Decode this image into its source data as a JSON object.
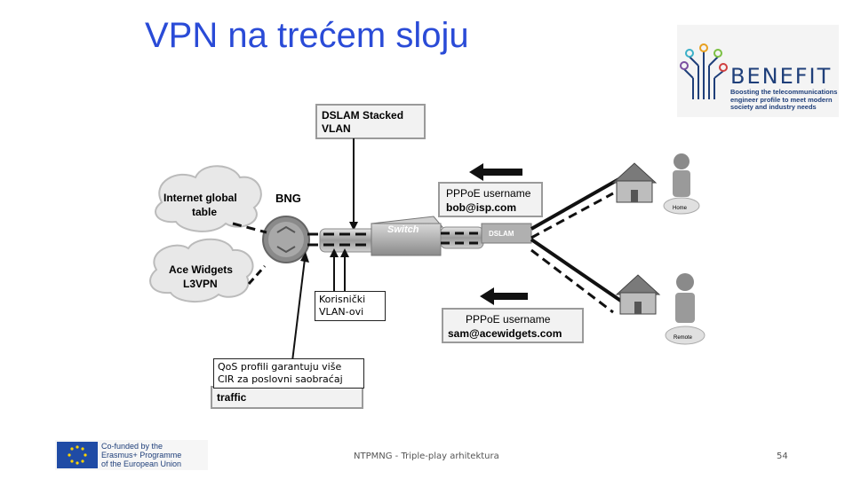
{
  "slide": {
    "title": "VPN na trećem sloju",
    "footer_text": "NTPMNG - Triple-play arhitektura",
    "page_number": "54"
  },
  "logo": {
    "name": "BENEFIT",
    "tagline": "Boosting the telecommunications engineer profile to meet modern society and industry needs"
  },
  "eu_logo": {
    "text_line1": "Co-funded by the",
    "text_line2": "Erasmus+ Programme",
    "text_line3": "of the European Union"
  },
  "diagram": {
    "dslam_box": {
      "line1": "DSLAM Stacked",
      "line2": "VLAN"
    },
    "internet_cloud": {
      "line1": "Internet global",
      "line2": "table"
    },
    "ace_cloud": {
      "line1": "Ace Widgets",
      "line2": "L3VPN"
    },
    "bng_label": "BNG",
    "switch_label": "Switch",
    "dslam_label": "DSLAM",
    "pppoe_top": {
      "line1": "PPPoE username",
      "line2": "bob@isp.com"
    },
    "pppoe_bottom": {
      "line1": "PPPoE username",
      "line2": "sam@acewidgets.com"
    },
    "home_label": "Home",
    "remote_label": "Remote",
    "traffic_label": "traffic",
    "callout_vlan": {
      "line1": "Korisnički",
      "line2": "VLAN-ovi"
    },
    "callout_qos": {
      "line1": "QoS profili garantuju više",
      "line2": "CIR za poslovni saobraćaj"
    }
  },
  "colors": {
    "title": "#2a4bd7",
    "logo_blue": "#1f3f7a",
    "eu_blue": "#1f4ba5",
    "eu_star": "#ffd400"
  }
}
